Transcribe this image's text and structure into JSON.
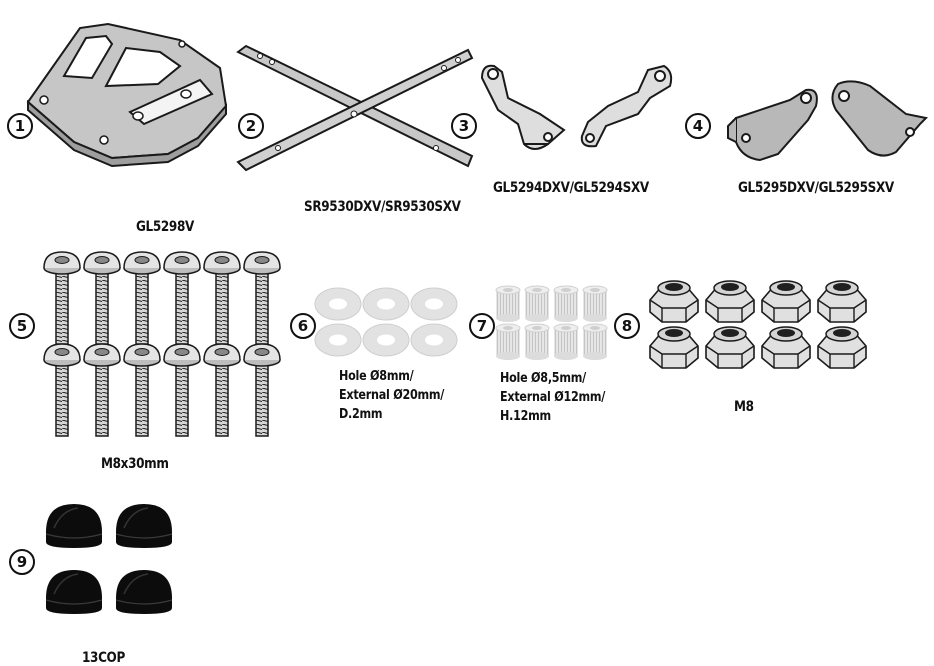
{
  "items": [
    {
      "number": "1",
      "label": "GL5298V"
    },
    {
      "number": "2",
      "label": "SR9530DXV/SR9530SXV"
    },
    {
      "number": "3",
      "label": "GL5294DXV/GL5294SXV"
    },
    {
      "number": "4",
      "label": "GL5295DXV/GL5295SXV"
    },
    {
      "number": "5",
      "label": "M8x30mm"
    },
    {
      "number": "6",
      "spec": [
        "Hole Ø8mm/",
        "External Ø20mm/",
        "D.2mm"
      ]
    },
    {
      "number": "7",
      "spec": [
        "Hole Ø8,5mm/",
        "External Ø12mm/",
        "H.12mm"
      ]
    },
    {
      "number": "8",
      "label": "M8"
    },
    {
      "number": "9",
      "label": "13COP"
    }
  ],
  "colors": {
    "part_fill": "#c8c8c8",
    "part_fill_light": "#e2e2e2",
    "cap_fill": "#0c0c0c",
    "outline": "#1a1a1a"
  }
}
